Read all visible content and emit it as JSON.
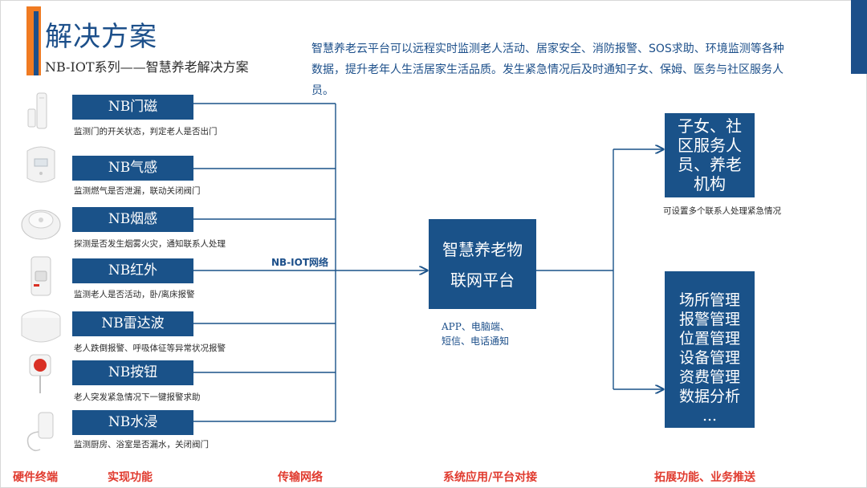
{
  "title": "解决方案",
  "subtitle": "NB-IOT系列——智慧养老解决方案",
  "intro": "智慧养老云平台可以远程实时监测老人活动、居家安全、消防报警、SOS求助、环境监测等各种数据，提升老年人生活居家生活品质。发生紧急情况后及时通知子女、保姆、医务与社区服务人员。",
  "features": [
    {
      "label": "NB门磁",
      "desc": "监测门的开关状态，判定老人是否出门",
      "device_icon": "door-sensor-icon"
    },
    {
      "label": "NB气感",
      "desc": "监测燃气是否泄漏，联动关闭阀门",
      "device_icon": "gas-detector-icon"
    },
    {
      "label": "NB烟感",
      "desc": "探测是否发生烟雾火灾，通知联系人处理",
      "device_icon": "smoke-detector-icon"
    },
    {
      "label": "NB红外",
      "desc": "监测老人是否活动，卧/离床报警",
      "device_icon": "infrared-sensor-icon"
    },
    {
      "label": "NB雷达波",
      "desc": "老人跌倒报警、呼吸体征等异常状况报警",
      "device_icon": "radar-sensor-icon"
    },
    {
      "label": "NB按钮",
      "desc": "老人突发紧急情况下一键报警求助",
      "device_icon": "sos-button-icon"
    },
    {
      "label": "NB水浸",
      "desc": "监测厨房、浴室是否漏水，关闭阀门",
      "device_icon": "water-leak-sensor-icon"
    }
  ],
  "network_label": "NB-IOT网络",
  "platform": {
    "lines": [
      "智慧养老物",
      "联网平台"
    ],
    "note_lines": [
      "APP、电脑端、",
      "短信、电话通知"
    ]
  },
  "contacts": {
    "lines": [
      "子女、社",
      "区服务人",
      "员、养老",
      "机构"
    ],
    "note": "可设置多个联系人处理紧急情况"
  },
  "management": {
    "lines": [
      "场所管理",
      "报警管理",
      "位置管理",
      "设备管理",
      "资费管理",
      "数据分析",
      "..."
    ]
  },
  "footer": {
    "hardware": "硬件终端",
    "functions": "实现功能",
    "network": "传输网络",
    "platform": "系统应用/平台对接",
    "extension": "拓展功能、业务推送"
  },
  "colors": {
    "primary": "#1a5289",
    "accent_orange": "#f07b22",
    "footer_red": "#e03a2e"
  }
}
